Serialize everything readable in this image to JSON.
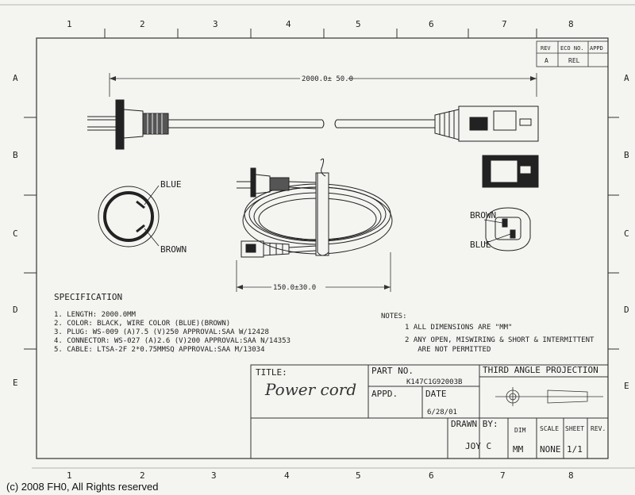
{
  "grid": {
    "columns_top": [
      "1",
      "2",
      "3",
      "4",
      "5",
      "6",
      "7",
      "8"
    ],
    "columns_bottom": [
      "1",
      "2",
      "3",
      "4",
      "5",
      "6",
      "7",
      "8"
    ],
    "rows_left": [
      "A",
      "B",
      "C",
      "D",
      "E"
    ],
    "rows_right": [
      "A",
      "B",
      "C",
      "D",
      "E"
    ]
  },
  "revision_block": {
    "headers": [
      "REV",
      "ECO NO.",
      "APPD"
    ],
    "values": [
      "A",
      "",
      "REL"
    ]
  },
  "dimensions": {
    "overall_length": "2000.0± 50.0",
    "coil_width": "150.0±30.0"
  },
  "pin_labels": {
    "plug_blue": "BLUE",
    "plug_brown": "BROWN",
    "connector_brown": "BROWN",
    "connector_blue": "BLUE"
  },
  "specification": {
    "title": "SPECIFICATION",
    "lines": [
      "1. LENGTH: 2000.0MM",
      "2. COLOR: BLACK, WIRE COLOR (BLUE)(BROWN)",
      "3. PLUG:  WS-009 (A)7.5 (V)250 APPROVAL:SAA W/12428",
      "4. CONNECTOR: WS-027 (A)2.6 (V)200 APPROVAL:SAA N/14353",
      "5. CABLE: LTSA-2F 2*0.75MMSQ APPROVAL:SAA M/13034"
    ]
  },
  "notes": {
    "title": "NOTES:",
    "lines": [
      "1  ALL DIMENSIONS ARE \"MM\"",
      "2  ANY OPEN, MISWIRING & SHORT & INTERMITTENT",
      "   ARE NOT PERMITTED"
    ]
  },
  "title_block": {
    "title_label": "TITLE:",
    "title_value": "Power cord",
    "part_no_label": "PART NO.",
    "part_no_value": "K147C1G92003B",
    "appd_label": "APPD.",
    "date_label": "DATE",
    "date_value": "6/28/01",
    "projection_label": "THIRD ANGLE PROJECTION",
    "drawn_by_label": "DRAWN BY:",
    "drawn_by_value": "JOY C",
    "dim_label": "DIM",
    "dim_value": "MM",
    "scale_label": "SCALE",
    "scale_value": "NONE",
    "sheet_label": "SHEET",
    "sheet_value": "1/1",
    "rev_label": "REV."
  },
  "copyright": "(c) 2008 FH0, All Rights reserved"
}
